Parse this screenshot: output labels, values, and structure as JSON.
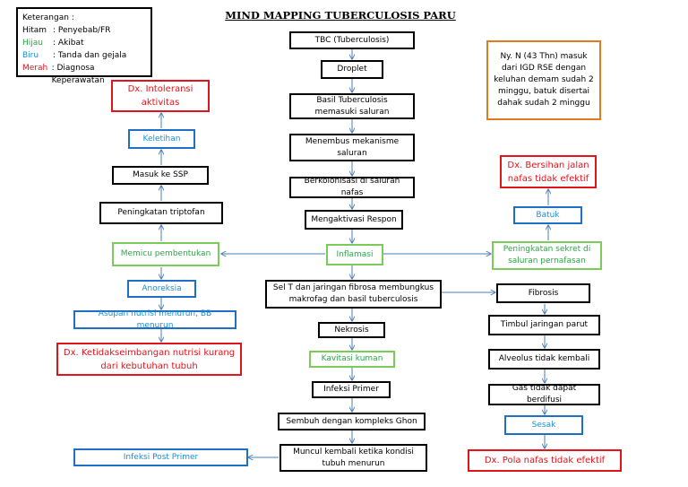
{
  "title": "MIND MAPPING TUBERCULOSIS PARU",
  "legend": {
    "heading": "Keterangan :",
    "items": [
      {
        "key": "Hitam",
        "value": ": Penyebab/FR",
        "color": "#000000"
      },
      {
        "key": "Hijau",
        "value": ": Akibat",
        "color": "#2aa844"
      },
      {
        "key": "Biru",
        "value": ": Tanda dan gejala",
        "color": "#1a8fd6"
      },
      {
        "key": "Merah",
        "value": ": Diagnosa Keperawatan",
        "color": "#e0141b"
      }
    ]
  },
  "case": "Ny. N (43 Thn) masuk dari IGD RSE dengan keluhan demam sudah 2 minggu, batuk disertai dahak sudah 2 minggu",
  "center": {
    "tbc": "TBC  (Tuberculosis)",
    "droplet": "Droplet",
    "basil": "Basil Tuberculosis memasuki saluran",
    "menembus": "Menembus mekanisme saluran",
    "berkolonisasi": "Berkolonisasi di saluran nafas",
    "mengaktivasi": "Mengaktivasi Respon",
    "inflamasi": "Inflamasi",
    "selt": "Sel T dan jaringan fibrosa membungkus makrofag dan basil tuberculosis",
    "nekrosis": "Nekrosis",
    "kavitasi": "Kavitasi kuman",
    "infeksi_primer": "Infeksi Primer",
    "sembuh": "Sembuh dengan kompleks Ghon",
    "muncul": "Muncul kembali ketika kondisi tubuh menurun"
  },
  "left": {
    "dx_intoleransi": "Dx. Intoleransi aktivitas",
    "keletihan": "Keletihan",
    "ssp": "Masuk ke SSP",
    "triptofan": "Peningkatan triptofan",
    "memicu": "Memicu pembentukan",
    "anoreksia": "Anoreksia",
    "asupan": "Asupan nutrisi menurun, BB menurun",
    "dx_nutrisi": "Dx. Ketidakseimbangan nutrisi kurang dari kebutuhan tubuh",
    "post_primer": "Infeksi Post Primer"
  },
  "right": {
    "dx_bersihan": "Dx. Bersihan jalan nafas tidak efektif",
    "batuk": "Batuk",
    "sekret": "Peningkatan sekret di saluran pernafasan",
    "fibrosis": "Fibrosis",
    "parut": "Timbul jaringan parut",
    "alveolus": "Alveolus tidak kembali",
    "gas": "Gas tidak dapat berdifusi",
    "sesak": "Sesak",
    "dx_pola": "Dx. Pola nafas tidak efektif"
  }
}
